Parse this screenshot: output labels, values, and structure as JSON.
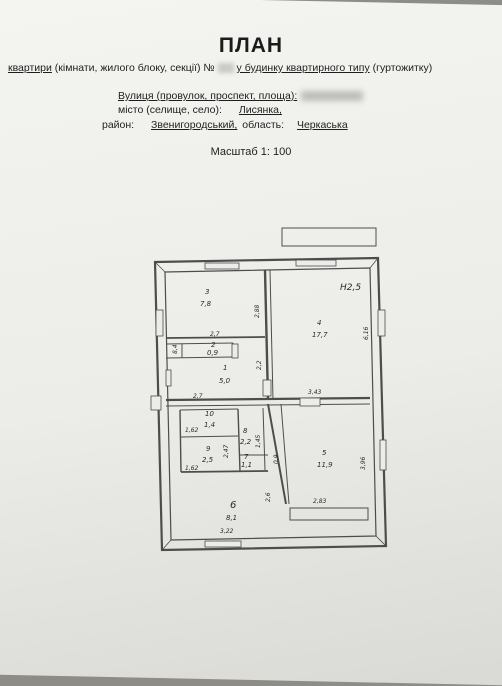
{
  "document": {
    "title": "ПЛАН",
    "line1": {
      "part_a": "квартири",
      "part_b": " (кімнати, жилого блоку, секції) №",
      "part_c": "у будинку квартирного типу",
      "part_d": " (гуртожитку)"
    },
    "street_label": "Вулиця (провулок, проспект, площа):",
    "city_label": "місто (селище, село):",
    "city_value": "Лисянка,",
    "district_label": "район:",
    "district_value": "Звенигородський,",
    "oblast_label": "область:",
    "oblast_value": "Черкаська",
    "scale": "Масштаб 1: 100"
  },
  "plan": {
    "height_note": "H2,5",
    "rooms": [
      {
        "number": "3",
        "area": "7,8"
      },
      {
        "number": "4",
        "area": "17,7"
      },
      {
        "number": "2",
        "area": "0,9"
      },
      {
        "number": "1",
        "area": "5,0"
      },
      {
        "number": "10",
        "area": "1,4"
      },
      {
        "number": "8",
        "area": "2,2"
      },
      {
        "number": "9",
        "area": "2,5"
      },
      {
        "number": "7",
        "area": "1,1"
      },
      {
        "number": "5",
        "area": "11,9"
      },
      {
        "number": "6",
        "area": "8,1"
      }
    ],
    "dimensions": [
      "2,88",
      "2,7",
      "8,4",
      "2,2",
      "6,16",
      "3,43",
      "2,7",
      "1,62",
      "2,47",
      "1,45",
      "0,9",
      "3,96",
      "1,62",
      "2,83",
      "2,6",
      "3,22"
    ]
  }
}
